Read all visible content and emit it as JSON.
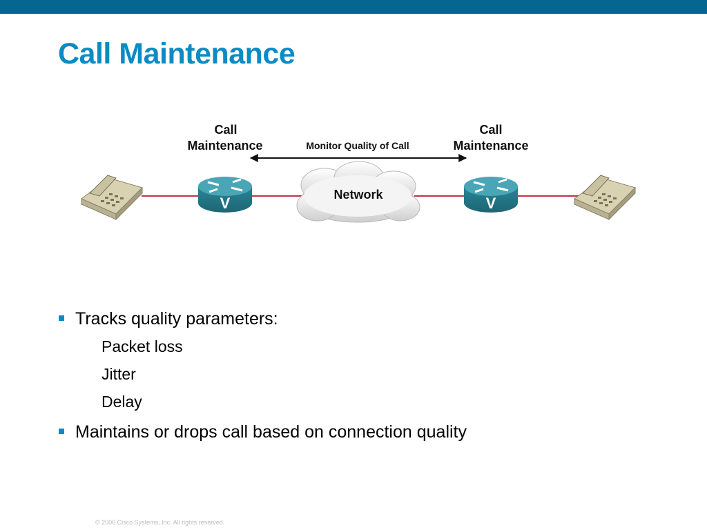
{
  "header": {
    "title": "Call Maintenance"
  },
  "diagram": {
    "left_label_line1": "Call",
    "left_label_line2": "Maintenance",
    "right_label_line1": "Call",
    "right_label_line2": "Maintenance",
    "arrow_label": "Monitor Quality of Call",
    "cloud_label": "Network",
    "router_glyph": "V",
    "colors": {
      "link": "#c0304a",
      "router": "#2e8a9a",
      "phone": "#d8d2b2"
    }
  },
  "bullets": [
    {
      "text": "Tracks quality parameters:",
      "sub": [
        "Packet loss",
        "Jitter",
        "Delay"
      ]
    },
    {
      "text": "Maintains or drops call based on connection quality"
    }
  ],
  "footer": {
    "copyright": "© 2006 Cisco Systems, Inc. All rights reserved."
  },
  "colors": {
    "accent": "#0b8bc4",
    "top_bar": "#05668f"
  }
}
